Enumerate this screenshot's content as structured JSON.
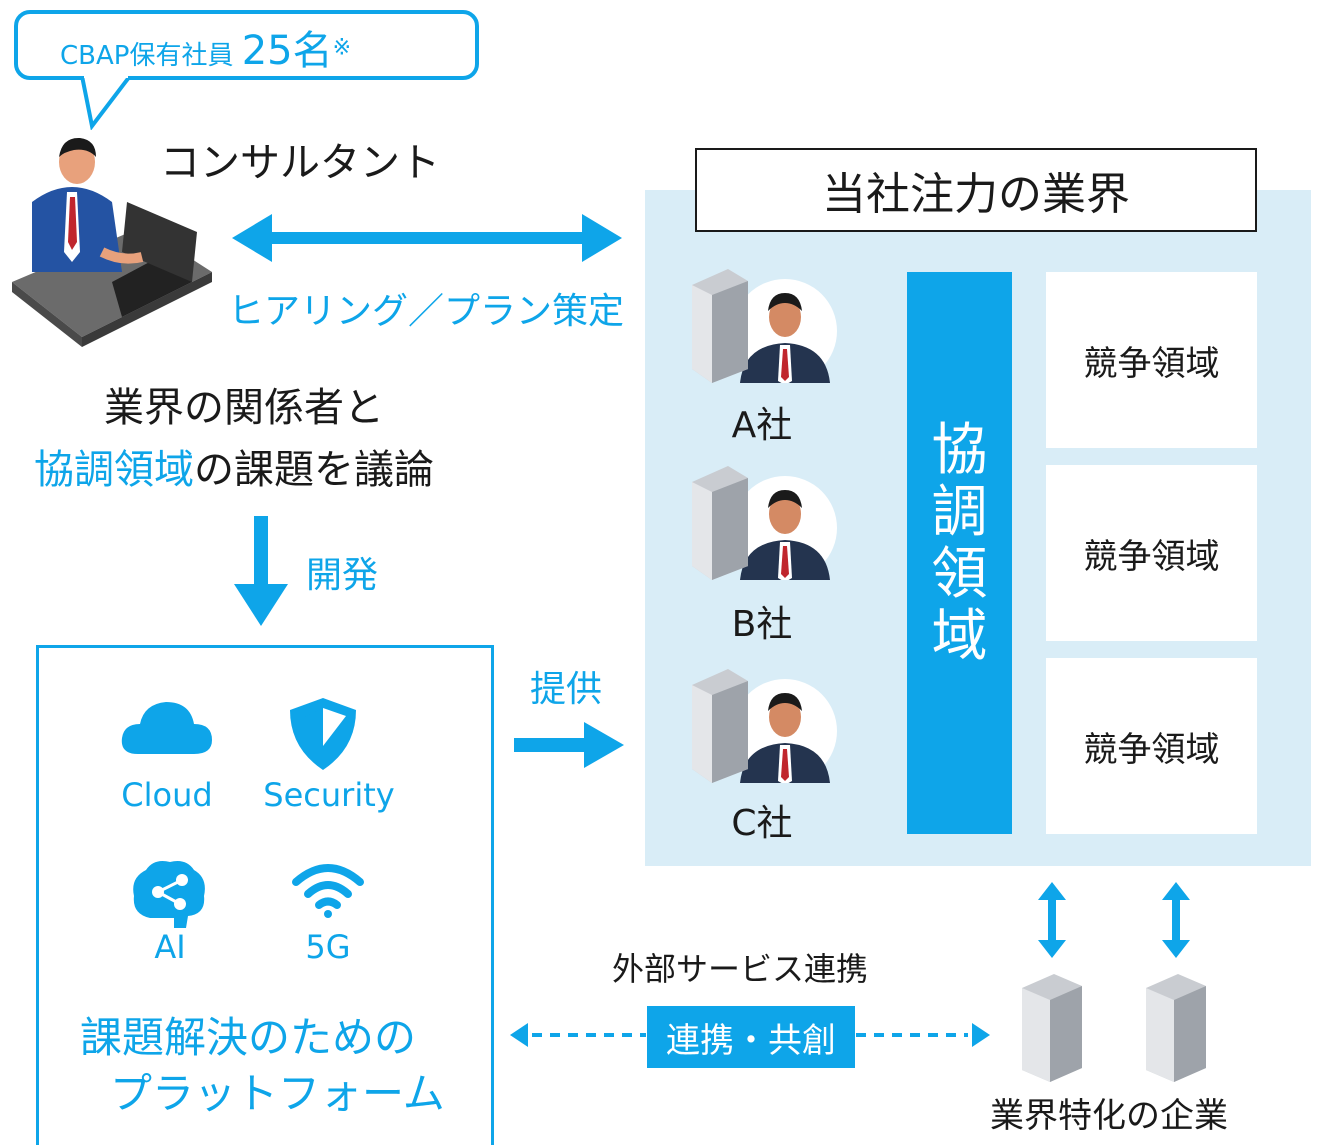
{
  "bubble": {
    "prefix": "CBAP保有社員 ",
    "count": "25名",
    "note": "※"
  },
  "consultant_label": "コンサルタント",
  "hearing_label": "ヒアリング／プラン策定",
  "discussion": {
    "line1": "業界の関係者と",
    "line2_highlight": "協調領域",
    "line2_rest": "の課題を議論"
  },
  "develop_label": "開発",
  "provide_label": "提供",
  "industry": {
    "title": "当社注力の業界",
    "companies": [
      "A社",
      "B社",
      "C社"
    ],
    "collab_area": [
      "協",
      "調",
      "領",
      "域"
    ],
    "compete_areas": [
      "競争領域",
      "競争領域",
      "競争領域"
    ]
  },
  "platform": {
    "icons": [
      {
        "name": "cloud-icon",
        "label": "Cloud"
      },
      {
        "name": "shield-icon",
        "label": "Security"
      },
      {
        "name": "brain-icon",
        "label": "AI"
      },
      {
        "name": "wifi-icon",
        "label": "5G"
      }
    ],
    "title_line1": "課題解決のための",
    "title_line2": "プラットフォーム"
  },
  "external_label": "外部サービス連携",
  "collab_label": "連携・共創",
  "specialized_label": "業界特化の企業",
  "colors": {
    "accent": "#0ea5e9",
    "industry_bg": "#d9edf7"
  }
}
